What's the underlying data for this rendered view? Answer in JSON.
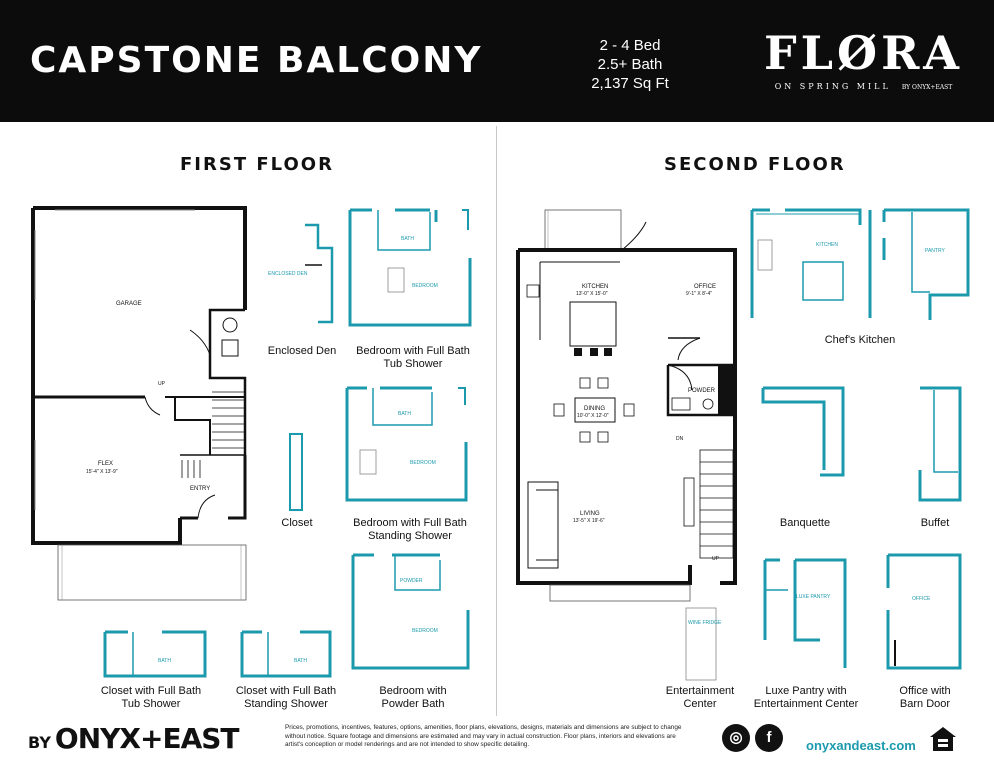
{
  "header": {
    "title": "CAPSTONE BALCONY",
    "specs": [
      "2 - 4 Bed",
      "2.5+ Bath",
      "2,137 Sq Ft"
    ],
    "logo": {
      "word": "FLØRA",
      "sub": "ON SPRING MILL",
      "by": "BY ONYX+EAST"
    }
  },
  "first_floor": {
    "title": "FIRST FLOOR",
    "rooms": {
      "garage": "GARAGE",
      "flex": "FLEX",
      "flex_dim": "15'-4\" X 13'-9\"",
      "entry": "ENTRY",
      "up": "UP"
    }
  },
  "second_floor": {
    "title": "SECOND FLOOR",
    "rooms": {
      "kitchen": "KITCHEN",
      "kitchen_dim": "13'-0\" X 15'-0\"",
      "office": "OFFICE",
      "office_dim": "9'-1\" X 8'-4\"",
      "dining": "DINING",
      "dining_dim": "10'-0\" X 12'-0\"",
      "powder": "POWDER",
      "living": "LIVING",
      "living_dim": "13'-5\" X 19'-6\"",
      "dn": "DN",
      "up": "UP"
    }
  },
  "options": {
    "enclosed_den": "Enclosed Den",
    "bed_full_tub": "Bedroom with Full Bath\nTub Shower",
    "closet": "Closet",
    "bed_full_standing": "Bedroom with Full Bath\nStanding Shower",
    "closet_tub": "Closet with Full Bath\nTub Shower",
    "closet_standing": "Closet  with Full Bath\nStanding Shower",
    "bed_powder": "Bedroom with\nPowder Bath",
    "chefs_kitchen": "Chef's Kitchen",
    "banquette": "Banquette",
    "buffet": "Buffet",
    "entertainment": "Entertainment\nCenter",
    "luxe_pantry": "Luxe Pantry with\nEntertainment Center",
    "office_barn": "Office with\nBarn Door"
  },
  "option_labels": {
    "enclosed_den": "ENCLOSED DEN",
    "bath": "BATH",
    "bedroom": "BEDROOM",
    "pantry": "PANTRY",
    "kitchen": "KITCHEN",
    "luxe_pantry": "LUXE PANTRY",
    "office": "OFFICE",
    "powder": "POWDER",
    "wine_fridge": "WINE FRIDGE"
  },
  "footer": {
    "logo_by": "BY",
    "logo_name": "ONYX+EAST",
    "disclaimer": "Prices, promotions, incentives, features, options, amenities, floor plans, elevations, designs, materials and dimensions are subject to change without notice. Square footage and dimensions are estimated and may vary in actual construction. Floor plans, interiors and elevations are artist's conception or model renderings and are not intended to show specific detailing.",
    "website": "onyxandeast.com",
    "instagram_glyph": "◎",
    "facebook_glyph": "f"
  },
  "colors": {
    "accent": "#1c9aad",
    "header_bg": "#0c0c0c",
    "wall": "#111111"
  }
}
